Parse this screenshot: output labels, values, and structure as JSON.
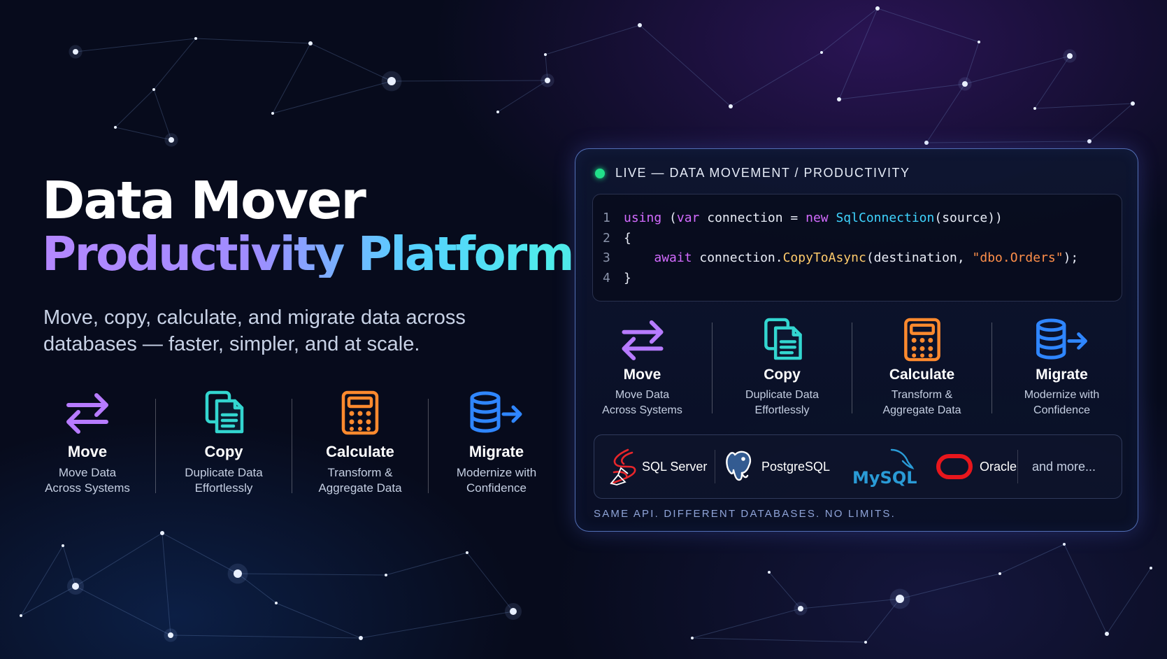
{
  "hero": {
    "title_line1": "Data Mover",
    "title_line2": "Productivity Platform",
    "subtitle": "Move, copy, calculate, and migrate data across databases — faster, simpler, and at scale."
  },
  "features": [
    {
      "name": "Move",
      "desc": "Move Data\nAcross Systems",
      "icon": "arrows-exchange-icon",
      "color": "#b77bff"
    },
    {
      "name": "Copy",
      "desc": "Duplicate Data\nEffortlessly",
      "icon": "copy-documents-icon",
      "color": "#33d6d0"
    },
    {
      "name": "Calculate",
      "desc": "Transform &\nAggregate Data",
      "icon": "calculator-icon",
      "color": "#ff8a2e"
    },
    {
      "name": "Migrate",
      "desc": "Modernize with\nConfidence",
      "icon": "database-migrate-icon",
      "color": "#2f86ff"
    }
  ],
  "panel": {
    "live_label": "LIVE — DATA MOVEMENT / PRODUCTIVITY",
    "status_color": "#22e08a",
    "code": {
      "line_numbers": [
        "1",
        "2",
        "3",
        "4"
      ],
      "l1_kw_using": "using",
      "l1_p1": " (",
      "l1_kw_var": "var",
      "l1_p2": " connection = ",
      "l1_kw_new": "new",
      "l1_p3": " ",
      "l1_class": "SqlConnection",
      "l1_p4": "(source))",
      "l2": "{",
      "l3_indent": "    ",
      "l3_kw": "await",
      "l3_p1": " connection.",
      "l3_fn": "CopyToAsync",
      "l3_p2": "(destination, ",
      "l3_str": "\"dbo.Orders\"",
      "l3_p3": ");",
      "l4": "}"
    },
    "databases": [
      {
        "name": "SQL Server",
        "icon": "sql-server-icon"
      },
      {
        "name": "PostgreSQL",
        "icon": "postgresql-elephant-icon"
      },
      {
        "name": "MySQL",
        "icon": "mysql-logo"
      },
      {
        "name": "Oracle",
        "icon": "oracle-logo"
      },
      {
        "name": "and more..."
      }
    ],
    "tagline": "SAME API. DIFFERENT DATABASES. NO LIMITS."
  }
}
